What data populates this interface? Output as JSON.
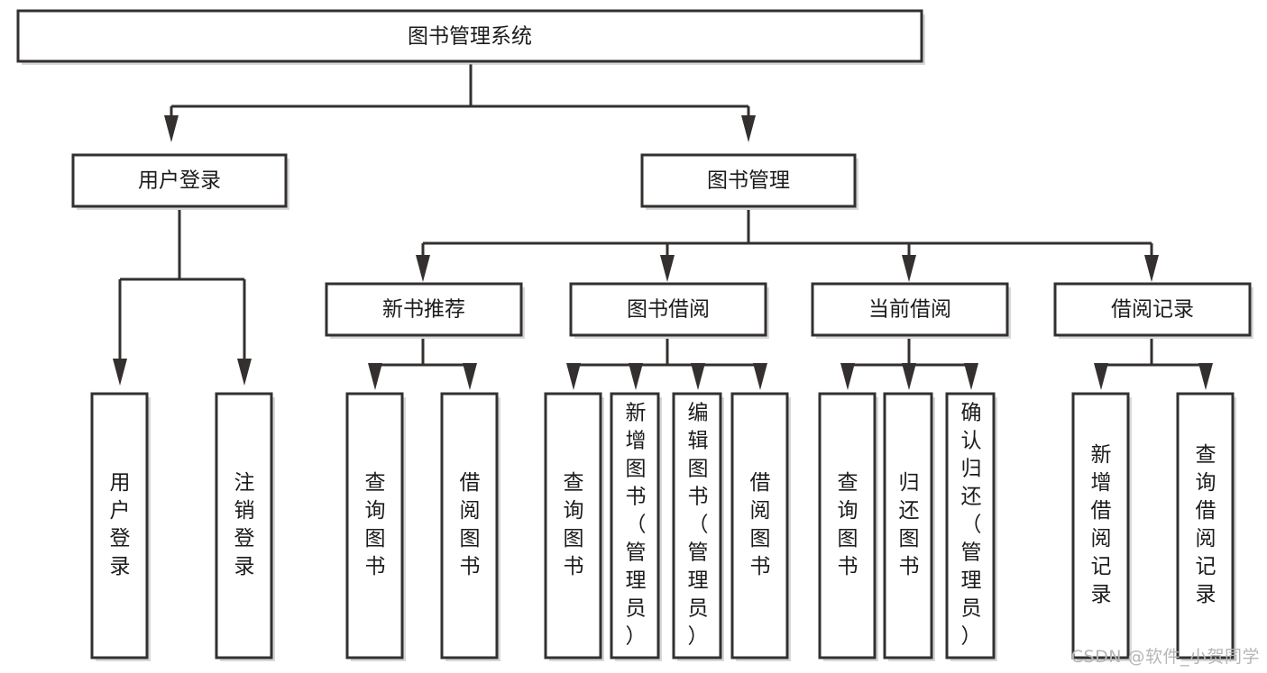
{
  "diagram": {
    "type": "tree-hierarchy",
    "title": "图书管理系统",
    "watermark": "CSDN @软件_小贺同学",
    "colors": {
      "stroke": "#33302f",
      "fill": "#ffffff",
      "text": "#1c1b1b",
      "watermark": "#b6b6b6",
      "background": "#ffffff"
    },
    "levels": [
      {
        "level": 1,
        "nodes": [
          {
            "id": "root",
            "label": "图书管理系统",
            "orientation": "horizontal"
          }
        ]
      },
      {
        "level": 2,
        "nodes": [
          {
            "id": "login",
            "label": "用户登录",
            "orientation": "horizontal",
            "parent": "root"
          },
          {
            "id": "bookmgmt",
            "label": "图书管理",
            "orientation": "horizontal",
            "parent": "root"
          }
        ]
      },
      {
        "level": 3,
        "nodes": [
          {
            "id": "newbook",
            "label": "新书推荐",
            "orientation": "horizontal",
            "parent": "bookmgmt"
          },
          {
            "id": "borrow",
            "label": "图书借阅",
            "orientation": "horizontal",
            "parent": "bookmgmt"
          },
          {
            "id": "current",
            "label": "当前借阅",
            "orientation": "horizontal",
            "parent": "bookmgmt"
          },
          {
            "id": "records",
            "label": "借阅记录",
            "orientation": "horizontal",
            "parent": "bookmgmt"
          }
        ]
      },
      {
        "level": 4,
        "nodes": [
          {
            "id": "leaf-login-1",
            "label": "用户登录",
            "orientation": "vertical",
            "parent": "login"
          },
          {
            "id": "leaf-login-2",
            "label": "注销登录",
            "orientation": "vertical",
            "parent": "login"
          },
          {
            "id": "leaf-newbook-1",
            "label": "查询图书",
            "orientation": "vertical",
            "parent": "newbook"
          },
          {
            "id": "leaf-newbook-2",
            "label": "借阅图书",
            "orientation": "vertical",
            "parent": "newbook"
          },
          {
            "id": "leaf-borrow-1",
            "label": "查询图书",
            "orientation": "vertical",
            "parent": "borrow"
          },
          {
            "id": "leaf-borrow-2",
            "label": "新增图书（管理员）",
            "orientation": "vertical",
            "parent": "borrow"
          },
          {
            "id": "leaf-borrow-3",
            "label": "编辑图书（管理员）",
            "orientation": "vertical",
            "parent": "borrow"
          },
          {
            "id": "leaf-borrow-4",
            "label": "借阅图书",
            "orientation": "vertical",
            "parent": "borrow"
          },
          {
            "id": "leaf-current-1",
            "label": "查询图书",
            "orientation": "vertical",
            "parent": "current"
          },
          {
            "id": "leaf-current-2",
            "label": "归还图书",
            "orientation": "vertical",
            "parent": "current"
          },
          {
            "id": "leaf-current-3",
            "label": "确认归还（管理员）",
            "orientation": "vertical",
            "parent": "current"
          },
          {
            "id": "leaf-records-1",
            "label": "新增借阅记录",
            "orientation": "vertical",
            "parent": "records"
          },
          {
            "id": "leaf-records-2",
            "label": "查询借阅记录",
            "orientation": "vertical",
            "parent": "records"
          }
        ]
      }
    ]
  }
}
